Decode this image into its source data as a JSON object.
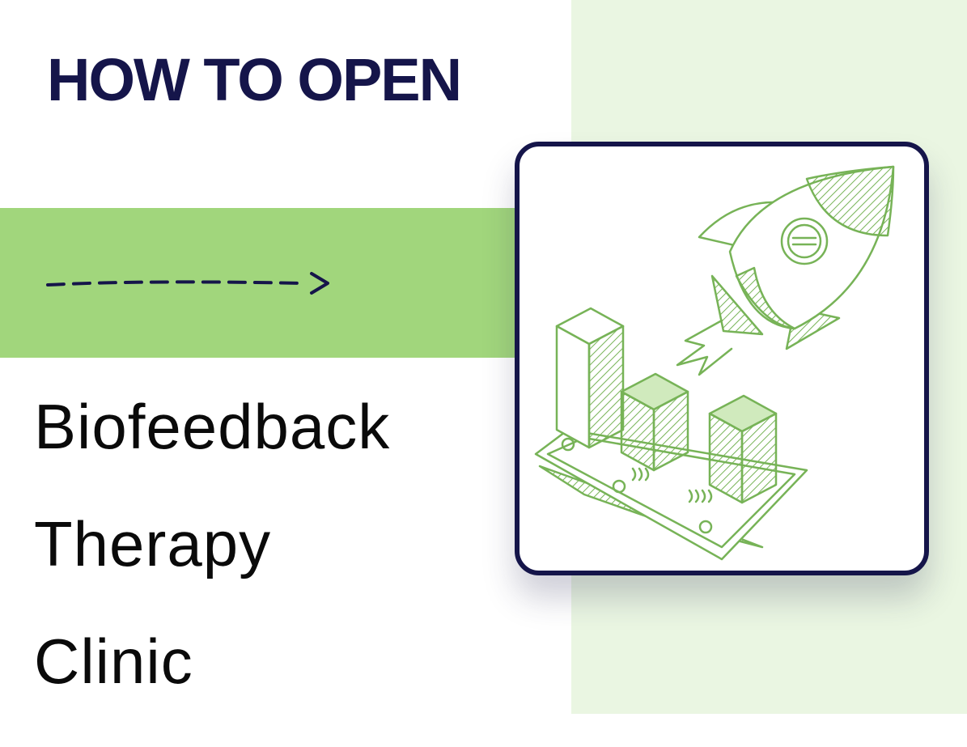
{
  "header": {
    "kicker": "HOW TO OPEN"
  },
  "title": {
    "lines": [
      "Biofeedback",
      "Therapy",
      "Clinic"
    ]
  },
  "colors": {
    "navy": "#15154a",
    "band_green": "#a1d67c",
    "panel_green": "#eaf6e2",
    "sketch_green": "#77b357"
  },
  "illustration": {
    "icons": [
      "rocket-icon",
      "bar-chart-icon",
      "banknotes-icon"
    ]
  }
}
